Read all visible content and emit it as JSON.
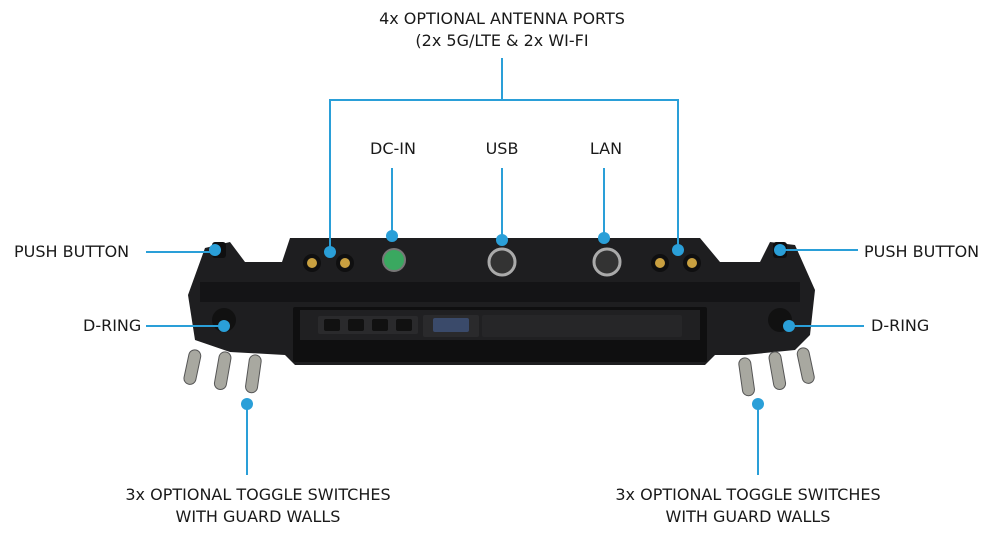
{
  "title": {
    "line1": "4x OPTIONAL ANTENNA PORTS",
    "line2": "(2x 5G/LTE & 2x WI-FI"
  },
  "ports": {
    "dc_in": "DC-IN",
    "usb": "USB",
    "lan": "LAN"
  },
  "left": {
    "push_button": "PUSH BUTTON",
    "d_ring": "D-RING",
    "toggle_line1": "3x OPTIONAL TOGGLE SWITCHES",
    "toggle_line2": "WITH GUARD WALLS"
  },
  "right": {
    "push_button": "PUSH BUTTON",
    "d_ring": "D-RING",
    "toggle_line1": "3x OPTIONAL TOGGLE SWITCHES",
    "toggle_line2": "WITH GUARD WALLS"
  },
  "colors": {
    "callout": "#2a9fd8",
    "device": "#1c1c1e",
    "antenna": "#c9a040",
    "dc_connector": "#3aa860"
  }
}
